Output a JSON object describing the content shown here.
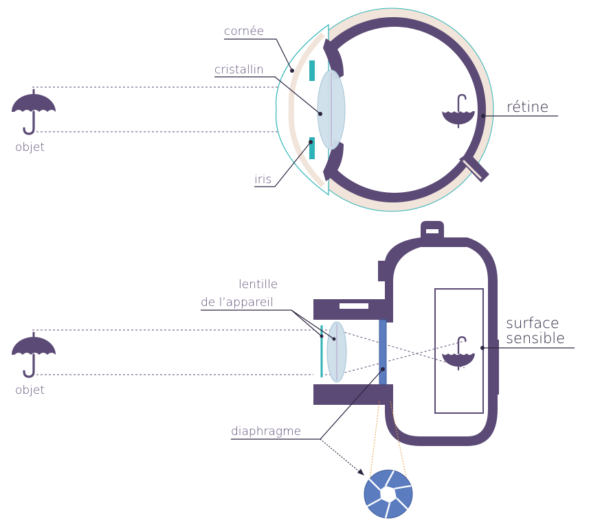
{
  "colors": {
    "purple": "#5b4a75",
    "teal": "#2fb3b8",
    "cream": "#f1e4da",
    "lens": "#cfe0ea",
    "shutter_blue": "#5b7dc0"
  },
  "eye": {
    "labels": {
      "cornea": "cornée",
      "lens": "cristallin",
      "iris": "iris",
      "retina": "rétine",
      "object": "objet"
    }
  },
  "camera": {
    "labels": {
      "lens_line1": "lentille",
      "lens_line2": "de l’appareil",
      "sensor_line1": "surface",
      "sensor_line2": "sensible",
      "diaphragm": "diaphragme",
      "object": "objet"
    }
  },
  "icons": {
    "object": "umbrella-icon",
    "image": "inverted-umbrella-icon",
    "shutter": "aperture-icon"
  }
}
